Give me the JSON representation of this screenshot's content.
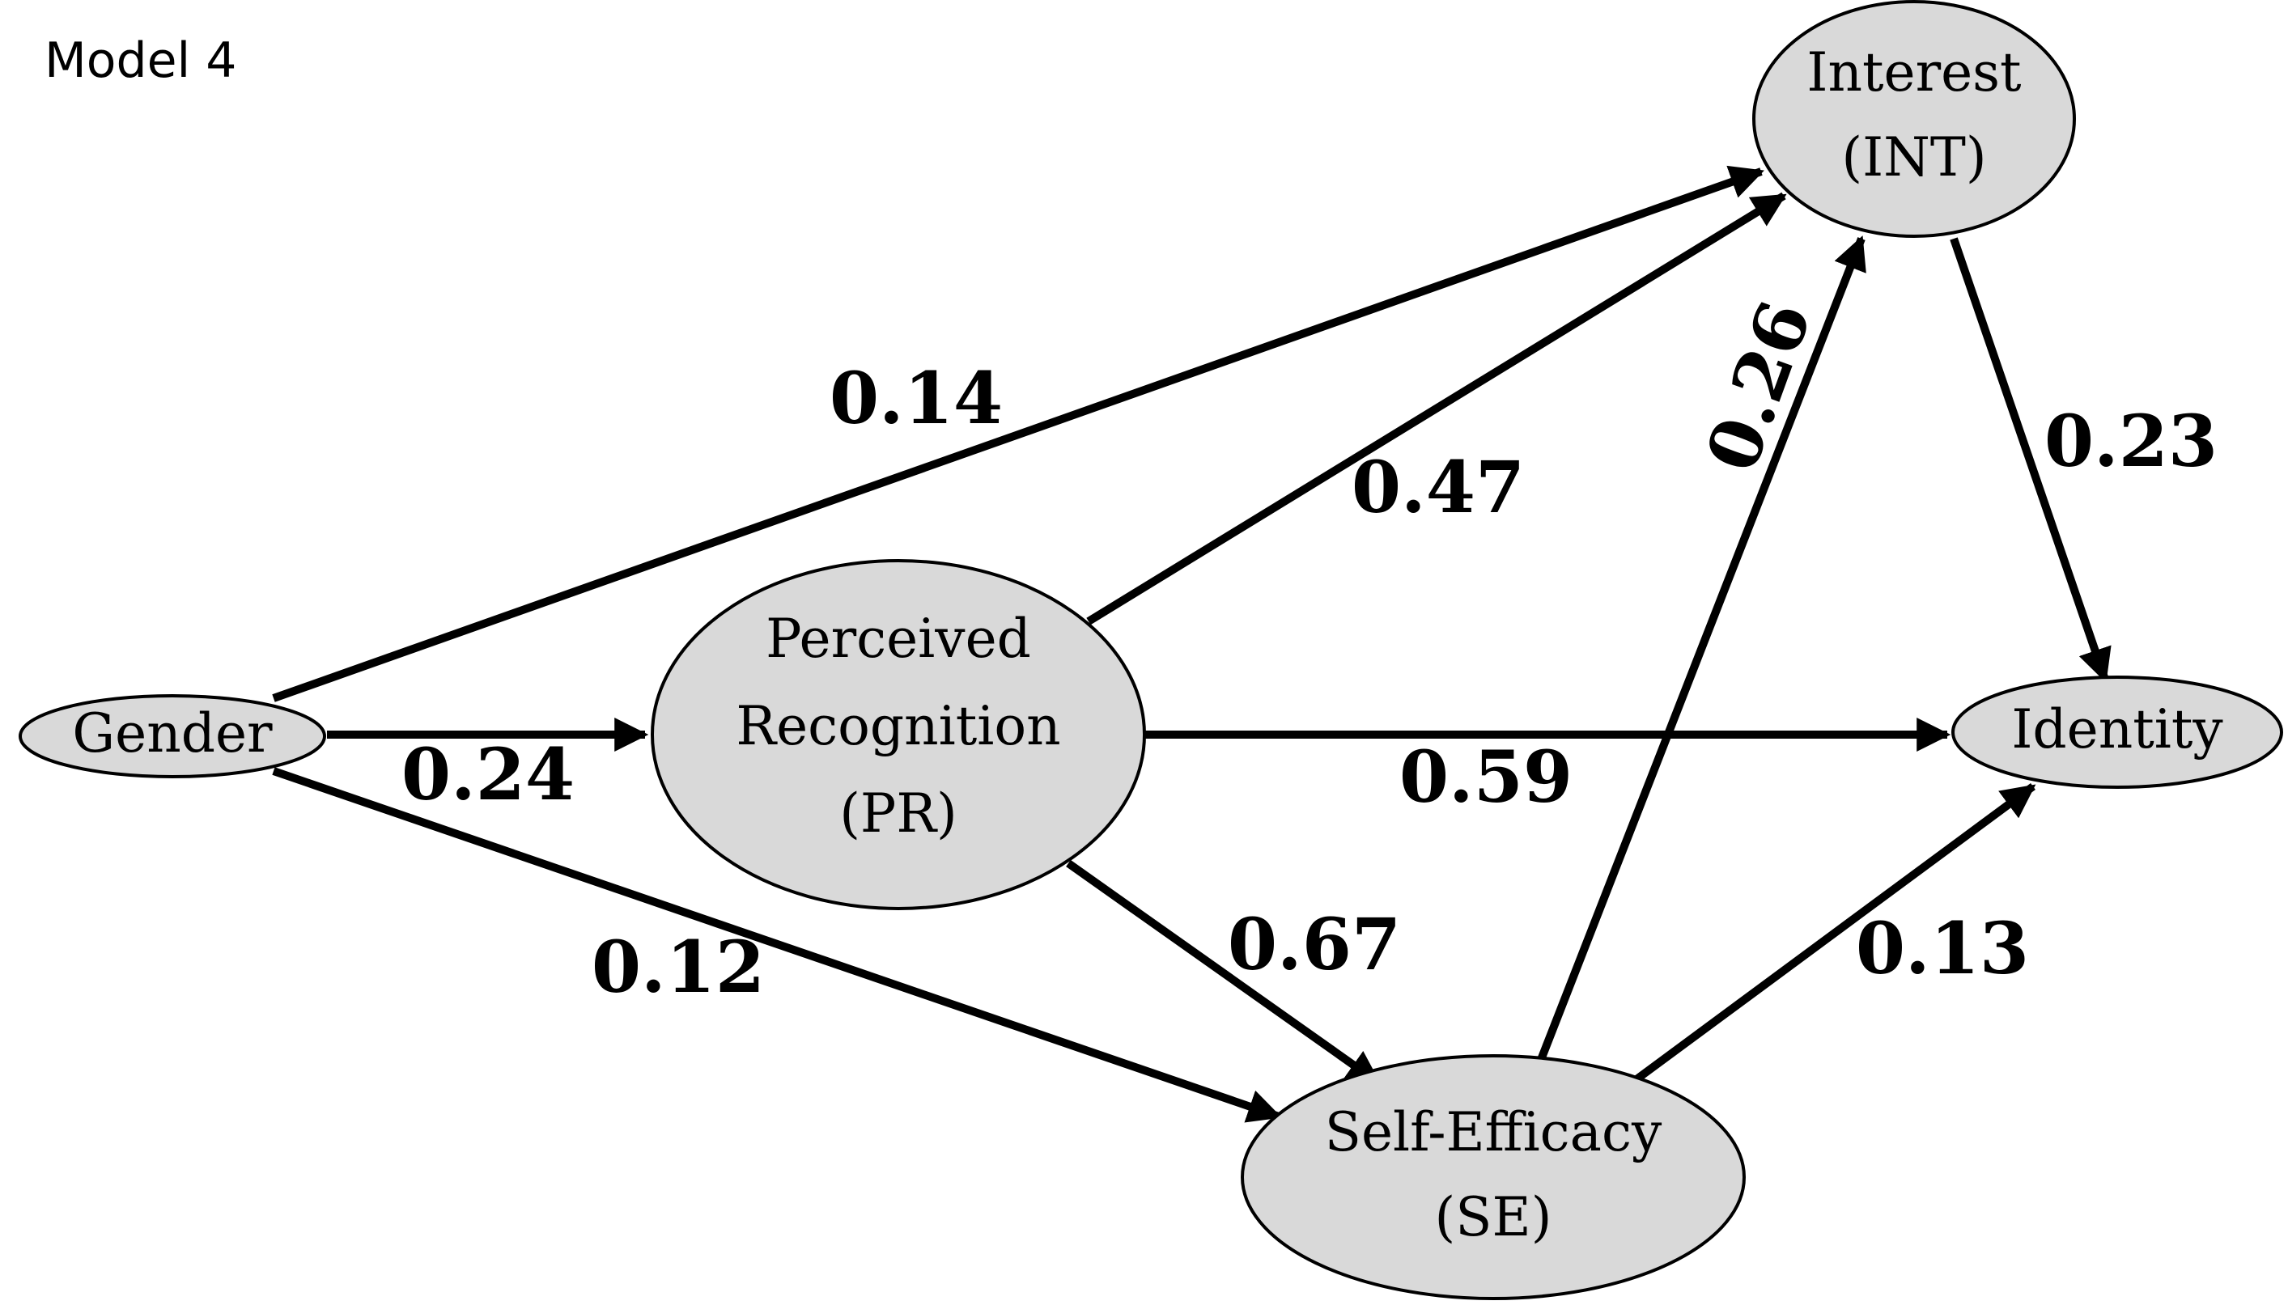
{
  "title": "Model 4",
  "nodes": {
    "gender": {
      "lines": [
        "Gender"
      ]
    },
    "pr": {
      "lines": [
        "Perceived",
        "Recognition",
        "(PR)"
      ]
    },
    "int": {
      "lines": [
        "Interest",
        "(INT)"
      ]
    },
    "se": {
      "lines": [
        "Self-Efficacy",
        "(SE)"
      ]
    },
    "identity": {
      "lines": [
        "Identity"
      ]
    }
  },
  "edges": [
    {
      "from": "Gender",
      "to": "Perceived Recognition (PR)",
      "label": "0.24"
    },
    {
      "from": "Gender",
      "to": "Interest (INT)",
      "label": "0.14"
    },
    {
      "from": "Gender",
      "to": "Self-Efficacy (SE)",
      "label": "0.12"
    },
    {
      "from": "Perceived Recognition (PR)",
      "to": "Interest (INT)",
      "label": "0.47"
    },
    {
      "from": "Perceived Recognition (PR)",
      "to": "Identity",
      "label": "0.59"
    },
    {
      "from": "Perceived Recognition (PR)",
      "to": "Self-Efficacy (SE)",
      "label": "0.67"
    },
    {
      "from": "Self-Efficacy (SE)",
      "to": "Interest (INT)",
      "label": "0.26"
    },
    {
      "from": "Self-Efficacy (SE)",
      "to": "Identity",
      "label": "0.13"
    },
    {
      "from": "Interest (INT)",
      "to": "Identity",
      "label": "0.23"
    }
  ]
}
